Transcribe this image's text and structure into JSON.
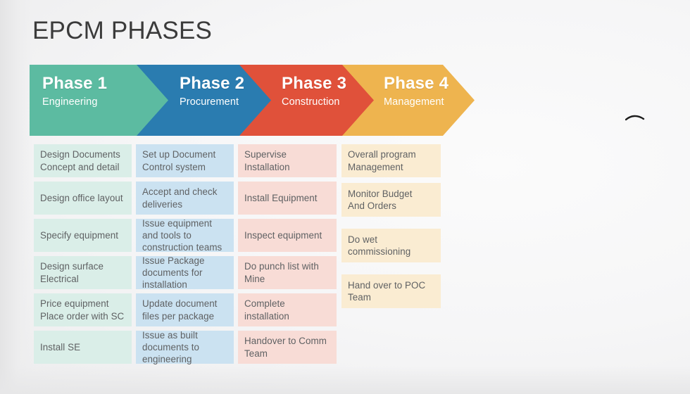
{
  "slide": {
    "title": "EPCM PHASES",
    "title_color": "#3b3b3b",
    "background_color": "#f1f1f2"
  },
  "phases": [
    {
      "id": "phase-1",
      "title": "Phase 1",
      "subtitle": "Engineering",
      "arrow_color": "#5cbba1",
      "box_color": "#daeee8",
      "text_color": "#ffffff"
    },
    {
      "id": "phase-2",
      "title": "Phase 2",
      "subtitle": "Procurement",
      "arrow_color": "#2a7cb0",
      "box_color": "#cbe2f1",
      "text_color": "#ffffff"
    },
    {
      "id": "phase-3",
      "title": "Phase 3",
      "subtitle": "Construction",
      "arrow_color": "#e0513a",
      "box_color": "#f8dcd6",
      "text_color": "#ffffff"
    },
    {
      "id": "phase-4",
      "title": "Phase 4",
      "subtitle": "Management",
      "arrow_color": "#eeb44f",
      "box_color": "#faecd2",
      "text_color": "#ffffff"
    }
  ],
  "columns": [
    {
      "phase": "Phase 1",
      "tasks": [
        {
          "lines": [
            "Design Documents",
            "Concept and detail"
          ]
        },
        {
          "lines": [
            "Design office layout"
          ]
        },
        {
          "lines": [
            "Specify equipment"
          ]
        },
        {
          "lines": [
            "Design surface",
            "Electrical"
          ]
        },
        {
          "lines": [
            "Price equipment",
            "Place order with SC"
          ]
        },
        {
          "lines": [
            "Install SE"
          ]
        }
      ]
    },
    {
      "phase": "Phase 2",
      "tasks": [
        {
          "lines": [
            "Set up Document",
            "Control system"
          ]
        },
        {
          "lines": [
            "Accept and check",
            "deliveries"
          ]
        },
        {
          "lines": [
            "Issue equipment",
            "and tools to",
            "construction teams"
          ]
        },
        {
          "lines": [
            "Issue Package",
            "documents for",
            "installation"
          ]
        },
        {
          "lines": [
            "Update document",
            "files per package"
          ]
        },
        {
          "lines": [
            "Issue as built",
            "documents to",
            "engineering"
          ]
        }
      ]
    },
    {
      "phase": "Phase 3",
      "tasks": [
        {
          "lines": [
            "Supervise",
            "Installation"
          ]
        },
        {
          "lines": [
            "Install Equipment"
          ]
        },
        {
          "lines": [
            "Inspect equipment"
          ]
        },
        {
          "lines": [
            "Do punch list with",
            "Mine"
          ]
        },
        {
          "lines": [
            "Complete",
            "installation"
          ]
        },
        {
          "lines": [
            "Handover to Comm",
            "Team"
          ]
        }
      ]
    },
    {
      "phase": "Phase 4",
      "tasks": [
        {
          "lines": [
            "Overall program",
            "Management"
          ]
        },
        {
          "lines": [
            "Monitor Budget",
            "And Orders"
          ]
        },
        {
          "lines": [
            "Do wet",
            "commissioning"
          ]
        },
        {
          "lines": [
            "Hand over to POC",
            "Team"
          ]
        }
      ]
    }
  ],
  "annotation": {
    "pen_mark": "stray-pen-stroke"
  }
}
